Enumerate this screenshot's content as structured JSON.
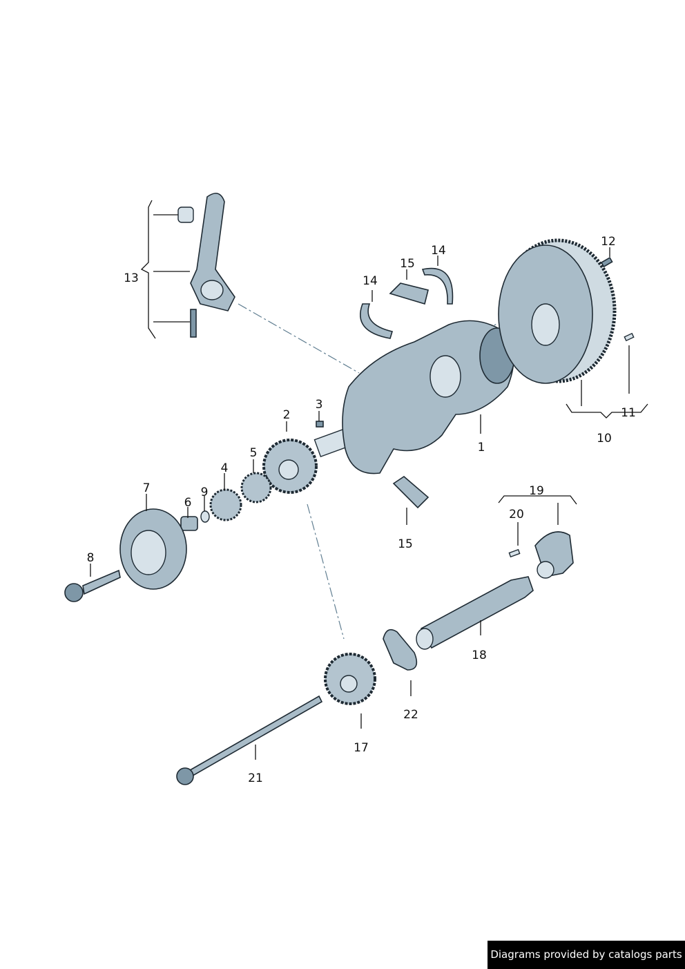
{
  "callouts": {
    "p1": "1",
    "p2": "2",
    "p3": "3",
    "p4": "4",
    "p5": "5",
    "p6": "6",
    "p7": "7",
    "p8": "8",
    "p9": "9",
    "p10": "10",
    "p11": "11",
    "p12": "12",
    "p13": "13",
    "p14a": "14",
    "p14b": "14",
    "p15a": "15",
    "p15b": "15",
    "p17": "17",
    "p18": "18",
    "p19": "19",
    "p20": "20",
    "p21": "21",
    "p22": "22"
  },
  "footer": {
    "text": "Diagrams provided by catalogs parts"
  },
  "colors": {
    "part_fill": "#a9bcc8",
    "outline": "#1e2a33"
  }
}
